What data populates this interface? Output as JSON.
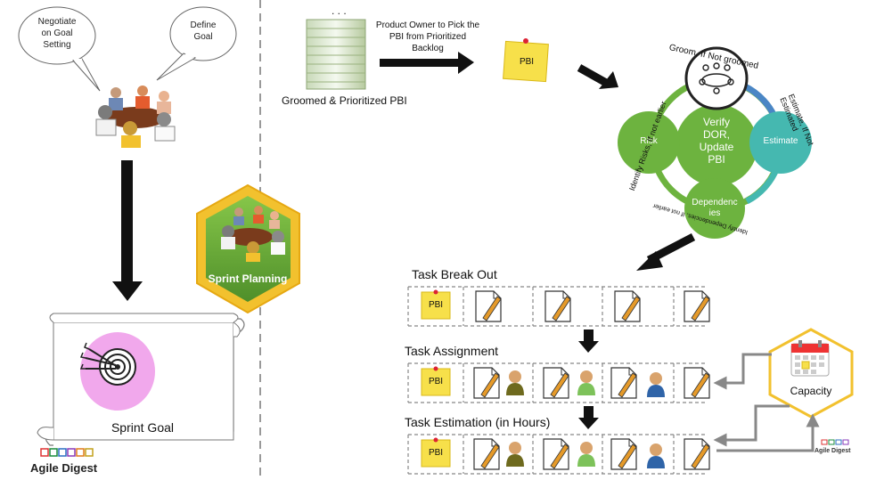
{
  "left": {
    "bubble1": [
      "Negotiate",
      "on Goal",
      "Setting"
    ],
    "bubble2": [
      "Define",
      "Goal"
    ],
    "sprint_goal": "Sprint Goal",
    "brand": "Agile Digest"
  },
  "hexagon": {
    "label": "Sprint Planning"
  },
  "top": {
    "backlog_label": "Groomed & Prioritized PBI",
    "po_text": [
      "Product Owner to Pick the",
      "PBI from Prioritized",
      "Backlog"
    ],
    "pbi": "PBI"
  },
  "cycle": {
    "center": [
      "Verify",
      "DOR,",
      "Update",
      "PBI"
    ],
    "risk": "Risk",
    "estimate": "Estimate",
    "dependencies": [
      "Dependenc",
      "ies"
    ],
    "groom_label": "Groom, If Not groomed",
    "risk_label": "Identify Risks, If not earlier",
    "estimate_label": "Estimate, If Not Estimated",
    "dep_label": "Identify Dependencies, If not earlier"
  },
  "rows": {
    "breakout_title": "Task Break Out",
    "assignment_title": "Task Assignment",
    "estimation_title": "Task Estimation (in Hours)",
    "pbi": "PBI"
  },
  "capacity": {
    "label": "Capacity"
  },
  "brand_small": "Agile Digest",
  "colors": {
    "green": "#6db33f",
    "teal": "#45b8b0",
    "blue": "#4a86c5",
    "gold": "#f2c12e",
    "sticky": "#f7e04a",
    "magenta": "#f1a8ec",
    "dark_arrow": "#111111"
  }
}
